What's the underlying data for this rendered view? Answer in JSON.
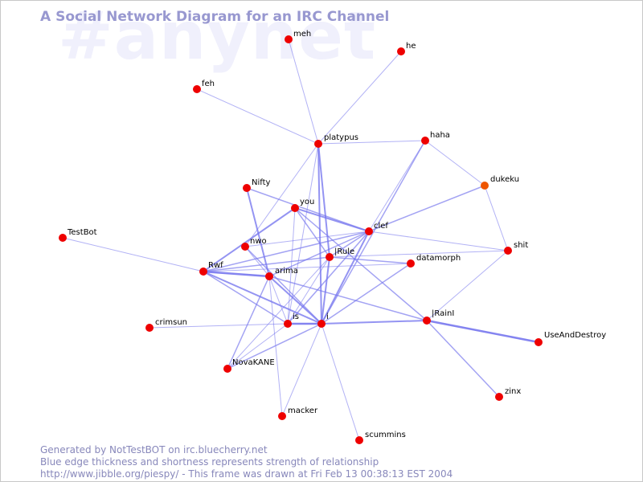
{
  "watermark": "#anynet",
  "title": "A Social Network Diagram for an IRC Channel",
  "footer": {
    "line1": "Generated by NotTestBOT on irc.bluecherry.net",
    "line2": "Blue edge thickness and shortness represents strength of relationship",
    "line3": "http://www.jibble.org/piespy/ - This frame was drawn at Fri Feb 13 00:38:13 EST 2004"
  },
  "colors": {
    "node": "#ee0000",
    "node_alt": "#ee5500",
    "edge": "#7777ee",
    "title": "#9898d0",
    "footer": "#8888bb"
  },
  "nodes": [
    {
      "id": "meh",
      "label": "meh"
    },
    {
      "id": "he",
      "label": "he"
    },
    {
      "id": "feh",
      "label": "feh"
    },
    {
      "id": "platypus",
      "label": "platypus"
    },
    {
      "id": "haha",
      "label": "haha"
    },
    {
      "id": "dukeku",
      "label": "dukeku"
    },
    {
      "id": "Nifty",
      "label": "Nifty"
    },
    {
      "id": "you",
      "label": "you"
    },
    {
      "id": "clef",
      "label": "clef"
    },
    {
      "id": "TestBot",
      "label": "TestBot"
    },
    {
      "id": "nwo",
      "label": "nwo"
    },
    {
      "id": "shit",
      "label": "shit"
    },
    {
      "id": "IRule",
      "label": "|Rule"
    },
    {
      "id": "datamorph",
      "label": "datamorph"
    },
    {
      "id": "Rwf",
      "label": "Rwf"
    },
    {
      "id": "arima",
      "label": "arima"
    },
    {
      "id": "IRainI",
      "label": "|RainI"
    },
    {
      "id": "crimsun",
      "label": "crimsun"
    },
    {
      "id": "is",
      "label": "is"
    },
    {
      "id": "i",
      "label": "i"
    },
    {
      "id": "UseAndDestroy",
      "label": "UseAndDestroy"
    },
    {
      "id": "NovaKANE",
      "label": "NovaKANE"
    },
    {
      "id": "zinx",
      "label": "zinx"
    },
    {
      "id": "macker",
      "label": "macker"
    },
    {
      "id": "scummins",
      "label": "scummins"
    }
  ],
  "edges": [
    [
      "meh",
      "platypus",
      1
    ],
    [
      "he",
      "platypus",
      1
    ],
    [
      "feh",
      "platypus",
      1
    ],
    [
      "platypus",
      "haha",
      1
    ],
    [
      "platypus",
      "IRule",
      2
    ],
    [
      "platypus",
      "i",
      2
    ],
    [
      "platypus",
      "nwo",
      1
    ],
    [
      "platypus",
      "is",
      1
    ],
    [
      "haha",
      "dukeku",
      1
    ],
    [
      "haha",
      "i",
      1.5
    ],
    [
      "haha",
      "clef",
      1
    ],
    [
      "dukeku",
      "clef",
      1.5
    ],
    [
      "dukeku",
      "shit",
      1
    ],
    [
      "Nifty",
      "arima",
      2
    ],
    [
      "Nifty",
      "clef",
      1.5
    ],
    [
      "you",
      "clef",
      2
    ],
    [
      "you",
      "Rwf",
      2
    ],
    [
      "you",
      "IRule",
      1.5
    ],
    [
      "you",
      "IRainI",
      1.5
    ],
    [
      "you",
      "is",
      1
    ],
    [
      "clef",
      "shit",
      1
    ],
    [
      "clef",
      "IRule",
      1.5
    ],
    [
      "clef",
      "i",
      2
    ],
    [
      "clef",
      "Rwf",
      1.5
    ],
    [
      "clef",
      "nwo",
      1
    ],
    [
      "clef",
      "arima",
      1.5
    ],
    [
      "clef",
      "is",
      1.5
    ],
    [
      "TestBot",
      "Rwf",
      1
    ],
    [
      "nwo",
      "arima",
      1
    ],
    [
      "nwo",
      "i",
      1.5
    ],
    [
      "IRule",
      "datamorph",
      1.5
    ],
    [
      "IRule",
      "i",
      2
    ],
    [
      "IRule",
      "Rwf",
      1.5
    ],
    [
      "IRule",
      "shit",
      1
    ],
    [
      "IRule",
      "NovaKANE",
      1
    ],
    [
      "IRule",
      "is",
      1
    ],
    [
      "datamorph",
      "Rwf",
      1
    ],
    [
      "datamorph",
      "i",
      1.5
    ],
    [
      "Rwf",
      "arima",
      2.5
    ],
    [
      "Rwf",
      "i",
      2
    ],
    [
      "Rwf",
      "is",
      1.5
    ],
    [
      "arima",
      "i",
      2
    ],
    [
      "arima",
      "NovaKANE",
      1.5
    ],
    [
      "arima",
      "IRainI",
      1.5
    ],
    [
      "arima",
      "is",
      1
    ],
    [
      "arima",
      "macker",
      1
    ],
    [
      "IRainI",
      "i",
      2
    ],
    [
      "IRainI",
      "UseAndDestroy",
      2.5
    ],
    [
      "IRainI",
      "zinx",
      1.5
    ],
    [
      "IRainI",
      "shit",
      1
    ],
    [
      "crimsun",
      "is",
      1
    ],
    [
      "is",
      "i",
      2.5
    ],
    [
      "is",
      "NovaKANE",
      1
    ],
    [
      "i",
      "NovaKANE",
      1.5
    ],
    [
      "i",
      "macker",
      1
    ],
    [
      "i",
      "scummins",
      1
    ]
  ]
}
